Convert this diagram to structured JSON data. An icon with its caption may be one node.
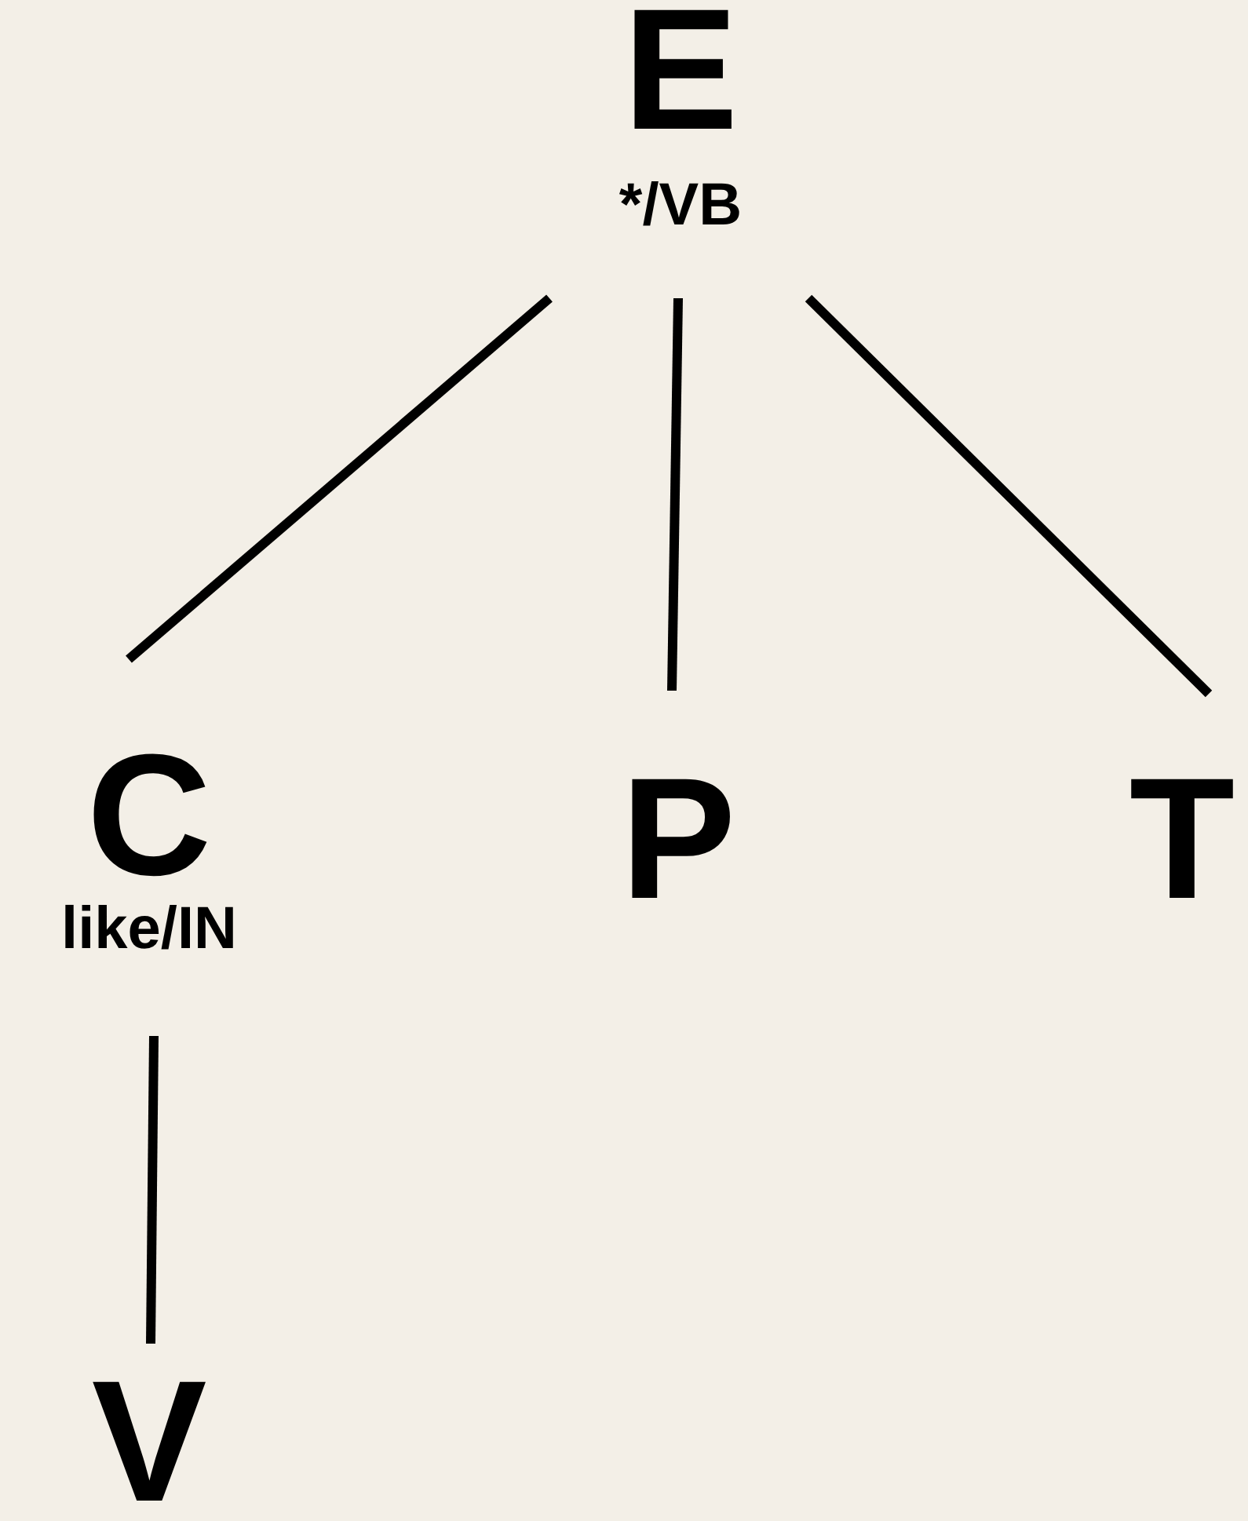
{
  "diagram": {
    "nodes": [
      {
        "text": [
          "E",
          "*/VB"
        ]
      },
      {
        "text": [
          "C",
          "like/IN"
        ]
      },
      {
        "text": [
          "P"
        ]
      },
      {
        "text": [
          "T"
        ]
      },
      {
        "text": [
          "V"
        ]
      }
    ],
    "edges": [
      {
        "from": 0,
        "to": 1,
        "arrow": "none"
      },
      {
        "from": 0,
        "to": 2,
        "arrow": "none"
      },
      {
        "from": 0,
        "to": 3,
        "arrow": "none"
      },
      {
        "from": 1,
        "to": 4,
        "arrow": "none"
      }
    ]
  }
}
